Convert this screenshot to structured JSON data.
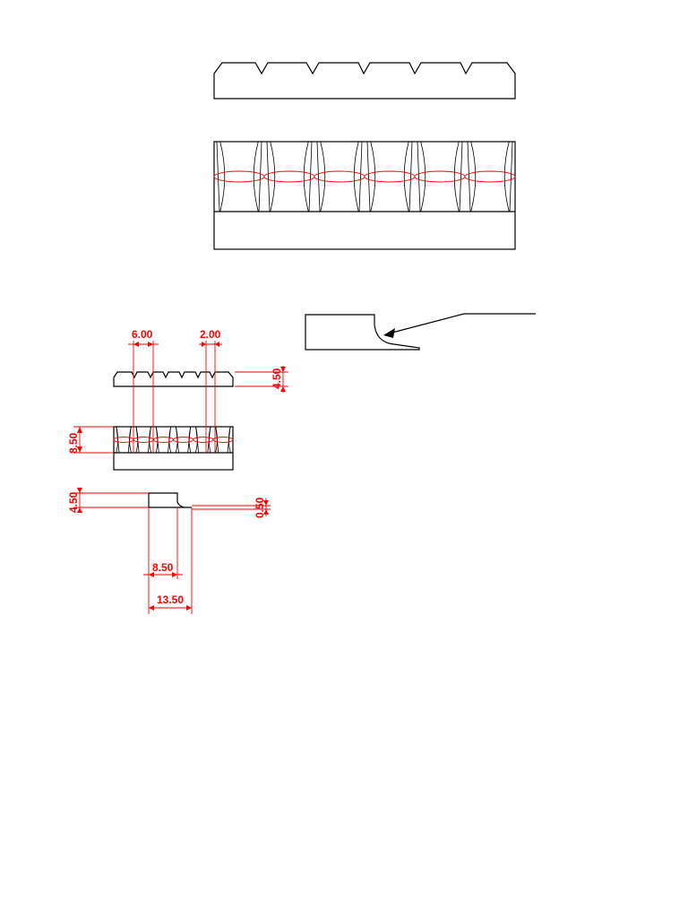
{
  "drawing": {
    "dimensions": {
      "notch_pitch": "6.00",
      "notch_width": "2.00",
      "top_height": "4.50",
      "side_height": "8.50",
      "step_height": "4.50",
      "lip_thickness": "0.50",
      "step_length": "8.50",
      "overall_length": "13.50"
    },
    "colors": {
      "outline": "#000000",
      "dimension": "#ff0000"
    }
  }
}
